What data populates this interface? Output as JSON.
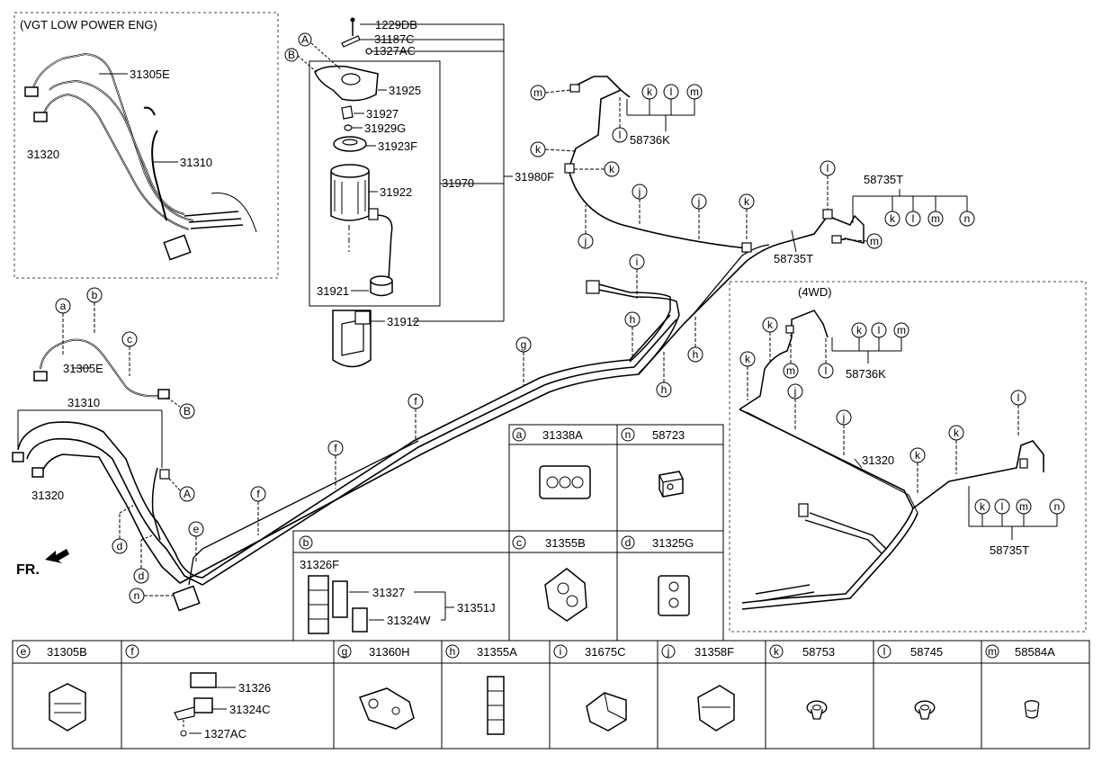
{
  "insets": {
    "vgt_title": "(VGT LOW POWER ENG)",
    "fourwd_title": "(4WD)"
  },
  "front_marker": "FR.",
  "parts": {
    "p1229DB": "1229DB",
    "p31187C": "31187C",
    "p1327AC_top": "1327AC",
    "p31925": "31925",
    "p31927": "31927",
    "p31929G": "31929G",
    "p31923F": "31923F",
    "p31922": "31922",
    "p31970": "31970",
    "p31980F": "31980F",
    "p31921": "31921",
    "p31912": "31912",
    "vgt_31305E": "31305E",
    "vgt_31320": "31320",
    "vgt_31310": "31310",
    "main_31305E": "31305E",
    "main_31310": "31310",
    "main_31320": "31320",
    "top_58736K": "58736K",
    "top_58735T_a": "58735T",
    "top_58735T_b": "58735T",
    "wd_58736K": "58736K",
    "wd_31320": "31320",
    "wd_58735T": "58735T"
  },
  "markers": {
    "A": "A",
    "B": "B",
    "a": "a",
    "b": "b",
    "c": "c",
    "d": "d",
    "e": "e",
    "f": "f",
    "g": "g",
    "h": "h",
    "i": "i",
    "j": "j",
    "k": "k",
    "l": "l",
    "m": "m",
    "n": "n"
  },
  "legend": {
    "a": {
      "key": "a",
      "part": "31338A"
    },
    "n": {
      "key": "n",
      "part": "58723"
    },
    "b": {
      "key": "b",
      "part": "",
      "sub": [
        "31326F",
        "31327",
        "31324W",
        "31351J"
      ]
    },
    "c": {
      "key": "c",
      "part": "31355B"
    },
    "d": {
      "key": "d",
      "part": "31325G"
    },
    "e": {
      "key": "e",
      "part": "31305B"
    },
    "f": {
      "key": "f",
      "part": "",
      "sub": [
        "31326",
        "31324C",
        "1327AC"
      ]
    },
    "g": {
      "key": "g",
      "part": "31360H"
    },
    "h": {
      "key": "h",
      "part": "31355A"
    },
    "i": {
      "key": "i",
      "part": "31675C"
    },
    "j": {
      "key": "j",
      "part": "31358F"
    },
    "k": {
      "key": "k",
      "part": "58753"
    },
    "l": {
      "key": "l",
      "part": "58745"
    },
    "m": {
      "key": "m",
      "part": "58584A"
    }
  }
}
